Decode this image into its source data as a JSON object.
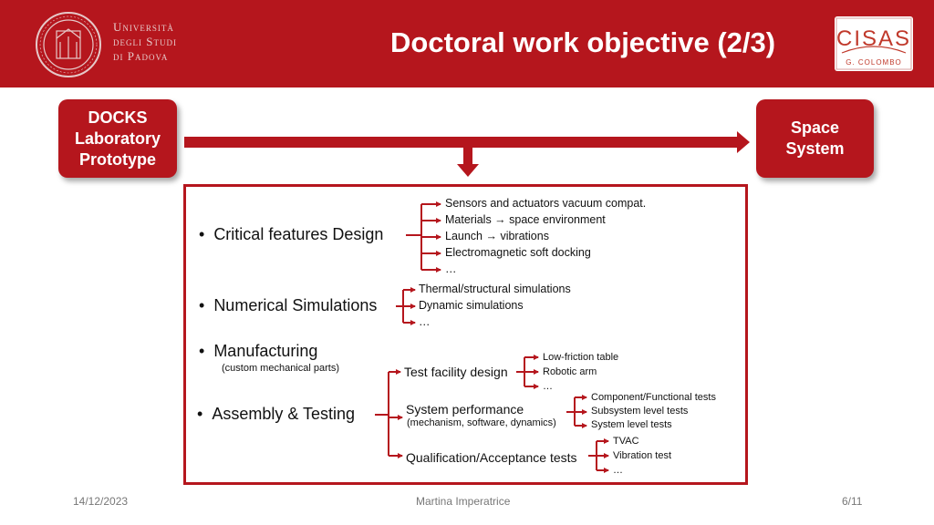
{
  "header": {
    "university_lines": [
      "Università",
      "degli Studi",
      "di Padova"
    ],
    "title": "Doctoral work objective (2/3)",
    "partner_logo_text": "CISAS",
    "partner_logo_subtext": "G. COLOMBO",
    "colors": {
      "brand_red": "#b5161d"
    }
  },
  "flow": {
    "start_label": "DOCKS\nLaboratory\nPrototype",
    "end_label": "Space\nSystem"
  },
  "content": {
    "critical": {
      "label": "Critical features Design",
      "items": [
        "Sensors and actuators vacuum compat.",
        "Materials → space environment",
        "Launch → vibrations",
        "Electromagnetic soft docking",
        "…"
      ]
    },
    "numerical": {
      "label": "Numerical Simulations",
      "items": [
        "Thermal/structural simulations",
        "Dynamic simulations",
        "…"
      ]
    },
    "manufacturing": {
      "label": "Manufacturing",
      "note": "(custom mechanical parts)"
    },
    "assembly": {
      "label": "Assembly & Testing",
      "test_facility": {
        "label": "Test facility design",
        "items": [
          "Low-friction table",
          "Robotic arm",
          "…"
        ]
      },
      "system_performance": {
        "label": "System performance",
        "note": "(mechanism, software, dynamics)",
        "items": [
          "Component/Functional tests",
          "Subsystem level tests",
          "System level tests"
        ]
      },
      "qualification": {
        "label": "Qualification/Acceptance tests",
        "items": [
          "TVAC",
          "Vibration test",
          "…"
        ]
      }
    }
  },
  "footer": {
    "date": "14/12/2023",
    "author": "Martina Imperatrice",
    "page": "6/11"
  }
}
